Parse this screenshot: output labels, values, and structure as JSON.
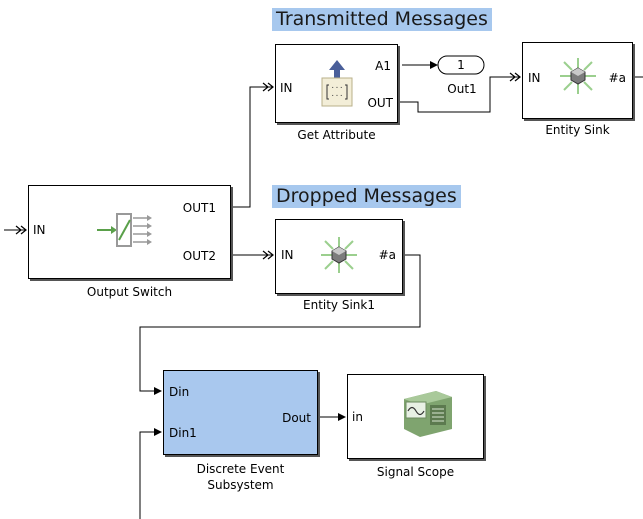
{
  "headings": {
    "transmitted": "Transmitted Messages",
    "dropped": "Dropped Messages"
  },
  "blocks": {
    "get_attribute": {
      "caption": "Get Attribute",
      "port_in": "IN",
      "port_a1": "A1",
      "port_out": "OUT"
    },
    "out1": {
      "caption": "Out1",
      "value": "1"
    },
    "entity_sink": {
      "caption": "Entity Sink",
      "port_in": "IN",
      "port_count": "#a"
    },
    "output_switch": {
      "caption": "Output Switch",
      "port_in": "IN",
      "port_out1": "OUT1",
      "port_out2": "OUT2"
    },
    "entity_sink1": {
      "caption": "Entity Sink1",
      "port_in": "IN",
      "port_count": "#a"
    },
    "discrete_event_subsystem": {
      "caption_line1": "Discrete Event",
      "caption_line2": "Subsystem",
      "port_din": "Din",
      "port_din1": "Din1",
      "port_dout": "Dout"
    },
    "signal_scope": {
      "caption": "Signal Scope",
      "port_in": "in"
    }
  },
  "colors": {
    "heading_bg": "#a7c8ee",
    "subsystem_bg": "#a9c8ee",
    "line": "#000000",
    "icon_green": "#5aa04a"
  },
  "icons": [
    "get-attribute-icon",
    "entity-sink-icon",
    "output-switch-icon",
    "signal-scope-icon"
  ]
}
